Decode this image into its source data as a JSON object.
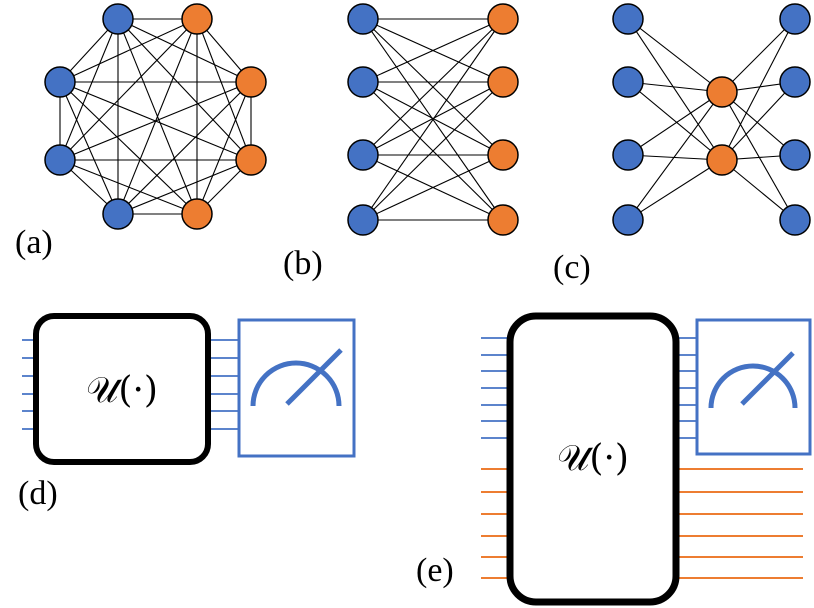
{
  "colors": {
    "blue": "#4472C4",
    "orange": "#ED7D31",
    "stroke": "#000000",
    "meter": "#4472C4"
  },
  "panels": {
    "a": {
      "label": "(a)"
    },
    "b": {
      "label": "(b)"
    },
    "c": {
      "label": "(c)"
    },
    "d": {
      "label": "(d)",
      "gate_text": "𝒰(·)"
    },
    "e": {
      "label": "(e)",
      "gate_text": "𝒰(·)"
    }
  }
}
